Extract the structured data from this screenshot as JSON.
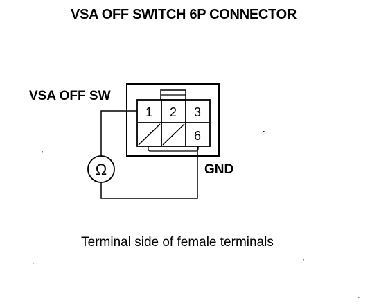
{
  "title": "VSA OFF SWITCH 6P CONNECTOR",
  "labels": {
    "switch": "VSA OFF SW",
    "ground": "GND",
    "meter_symbol": "Ω"
  },
  "pins": {
    "pin1": "1",
    "pin2": "2",
    "pin3": "3",
    "pin6": "6"
  },
  "caption": "Terminal side of female terminals"
}
